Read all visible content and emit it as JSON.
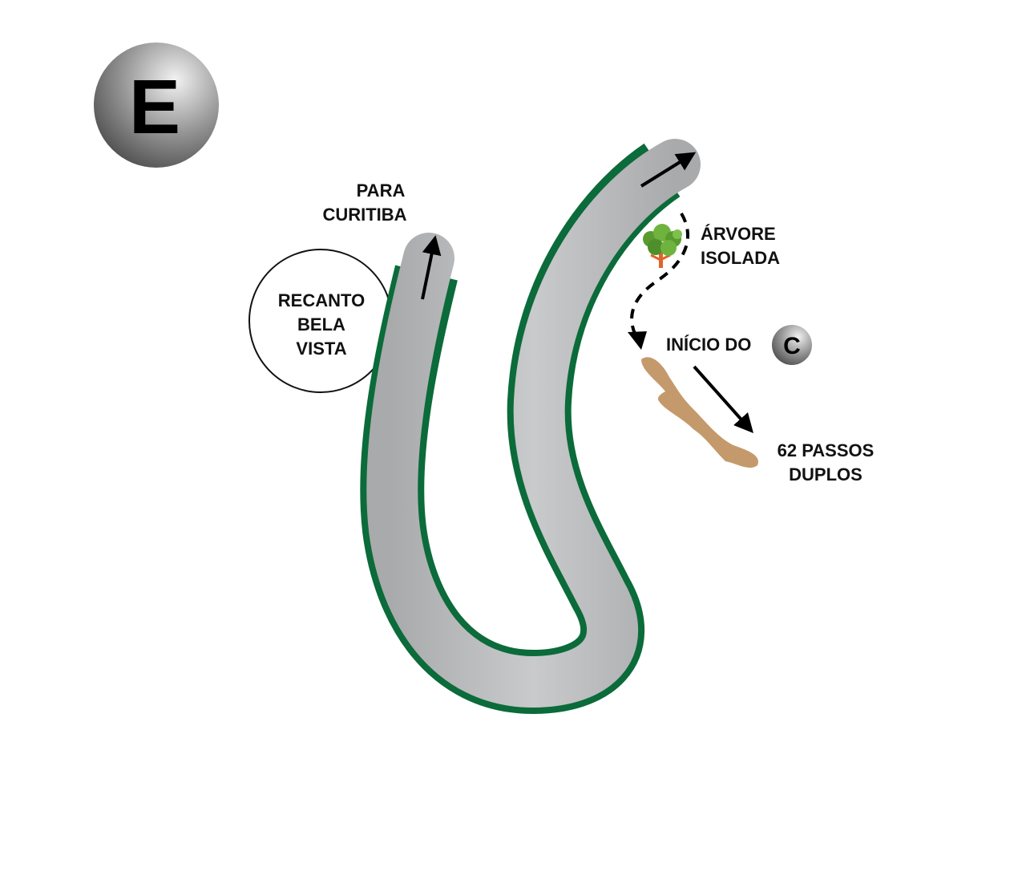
{
  "badge_main": "E",
  "badge_small": "C",
  "labels": {
    "to_city": [
      "PARA",
      "CURITIBA"
    ],
    "place": [
      "RECANTO",
      "BELA",
      "VISTA"
    ],
    "tree": [
      "ÁRVORE",
      "ISOLADA"
    ],
    "start": "INÍCIO DO",
    "steps": [
      "62 PASSOS",
      "DUPLOS"
    ]
  },
  "colors": {
    "road": "#b5b6b8",
    "road_edge": "#0b6b3a",
    "trail": "#c49a6c",
    "tree": "#6fb33f",
    "trunk": "#e0642a"
  }
}
